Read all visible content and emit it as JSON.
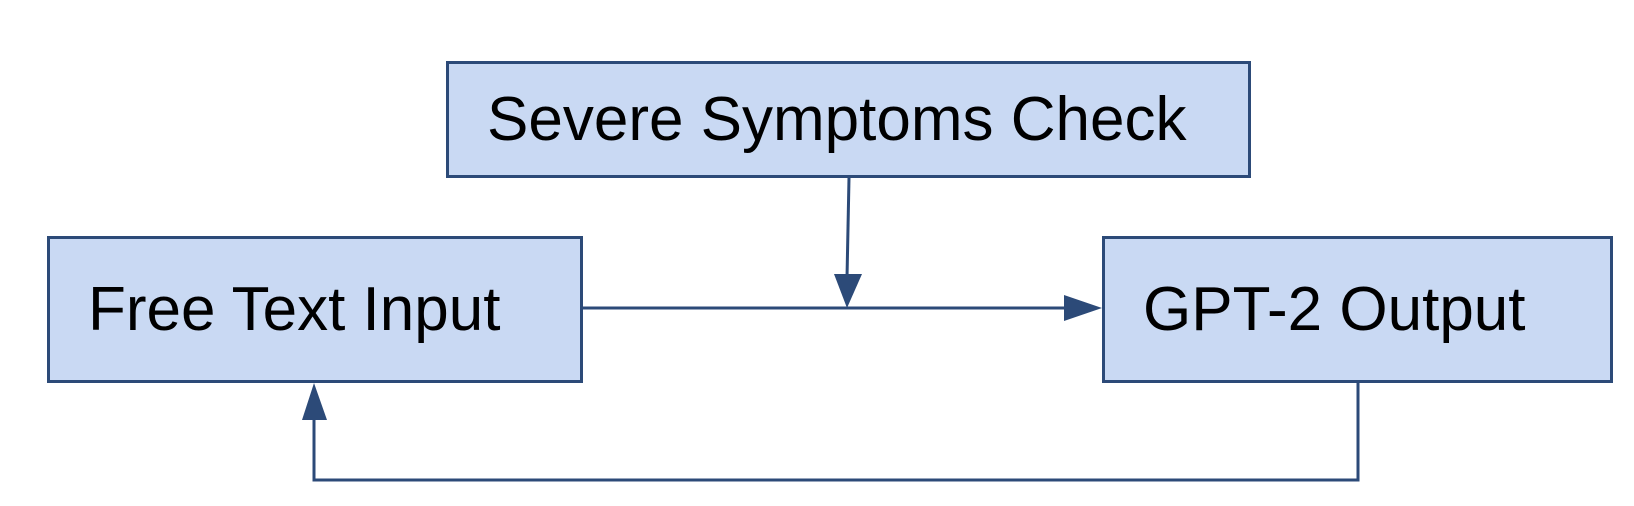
{
  "colors": {
    "node_fill": "#c9d9f3",
    "node_border": "#2c4a78",
    "edge": "#2c4a78",
    "text": "#000000"
  },
  "nodes": {
    "severe_symptoms_check": {
      "label": "Severe Symptoms Check"
    },
    "free_text_input": {
      "label": "Free Text Input"
    },
    "gpt2_output": {
      "label": "GPT-2 Output"
    }
  },
  "edges": [
    {
      "from": "free_text_input",
      "to": "gpt2_output"
    },
    {
      "from": "severe_symptoms_check",
      "to": "free_text_input->gpt2_output"
    },
    {
      "from": "gpt2_output",
      "to": "free_text_input"
    }
  ]
}
